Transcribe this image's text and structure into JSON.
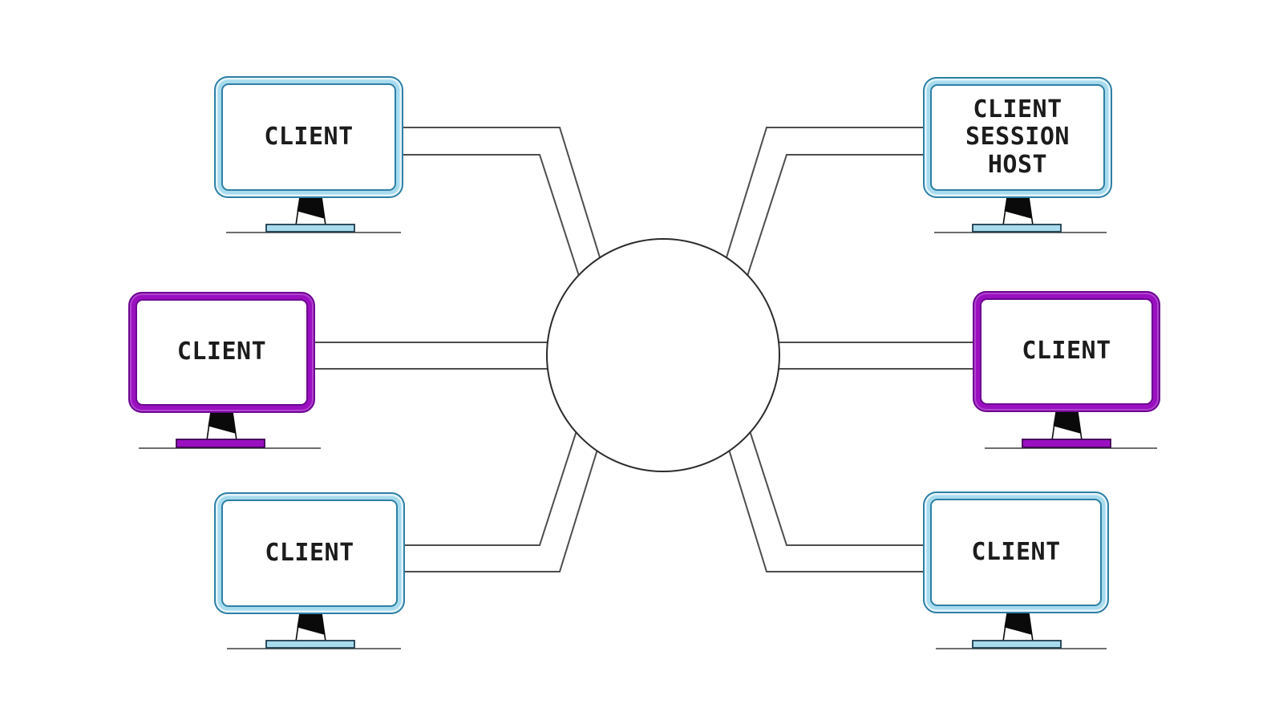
{
  "diagram": {
    "hub": {
      "shape": "circle",
      "label": ""
    },
    "nodes": [
      {
        "id": "top-left",
        "position": "top-left",
        "label": "CLIENT",
        "frame_color": "blue"
      },
      {
        "id": "top-right",
        "position": "top-right",
        "label": "CLIENT\nSESSION\nHOST",
        "frame_color": "blue"
      },
      {
        "id": "middle-left",
        "position": "middle-left",
        "label": "CLIENT",
        "frame_color": "purple"
      },
      {
        "id": "middle-right",
        "position": "middle-right",
        "label": "CLIENT",
        "frame_color": "purple"
      },
      {
        "id": "bottom-left",
        "position": "bottom-left",
        "label": "CLIENT",
        "frame_color": "blue"
      },
      {
        "id": "bottom-right",
        "position": "bottom-right",
        "label": "CLIENT",
        "frame_color": "blue"
      }
    ],
    "connections": [
      {
        "from": "top-left",
        "to": "hub",
        "style": "double-line"
      },
      {
        "from": "top-right",
        "to": "hub",
        "style": "double-line"
      },
      {
        "from": "middle-left",
        "to": "hub",
        "style": "double-line"
      },
      {
        "from": "middle-right",
        "to": "hub",
        "style": "double-line"
      },
      {
        "from": "bottom-left",
        "to": "hub",
        "style": "double-line"
      },
      {
        "from": "bottom-right",
        "to": "hub",
        "style": "double-line"
      }
    ],
    "colors": {
      "client_blue": "#a8dbee",
      "blue_edge": "#2e7fa6",
      "client_purple": "#9a10c0",
      "purple_edge": "#6d0692",
      "line_gray": "#4d4d4d",
      "ground_gray": "#6e6e6e",
      "circle_stroke": "#2b2b2b",
      "text": "#1c1c1c"
    }
  }
}
